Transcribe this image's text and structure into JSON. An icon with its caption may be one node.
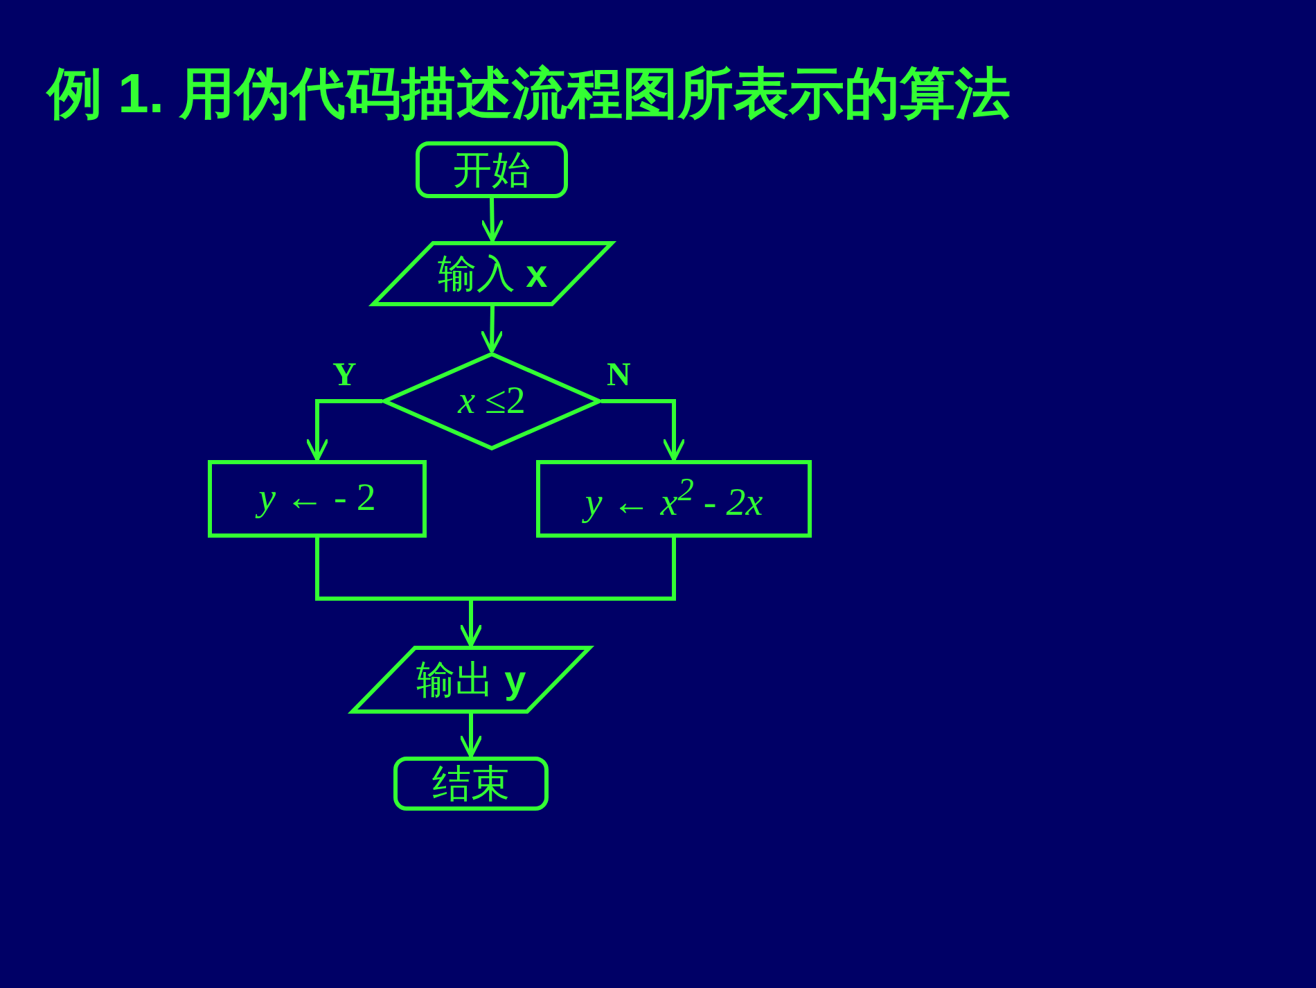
{
  "diagram": {
    "title": "例 1. 用伪代码描述流程图所表示的算法",
    "nodes": [
      {
        "text": [
          "开始"
        ]
      },
      {
        "text": [
          "输入 **x**"
        ]
      },
      {
        "text": [
          "*x* ≤2"
        ]
      },
      {
        "text": [
          "*y* ← - 2"
        ]
      },
      {
        "text": [
          "y ← x$^{2}$ - 2x"
        ]
      },
      {
        "text": [
          "输出 **y**"
        ]
      },
      {
        "text": [
          "结束"
        ]
      }
    ],
    "edges": [
      {
        "from": 0,
        "to": 1,
        "arrow": "to"
      },
      {
        "from": 1,
        "to": 2,
        "arrow": "to"
      },
      {
        "from": 2,
        "to": 3,
        "arrow": "to",
        "label": "Y"
      },
      {
        "from": 2,
        "to": 4,
        "arrow": "to",
        "label": "N"
      },
      {
        "from": 3,
        "to": 5,
        "arrow": "to"
      },
      {
        "from": 4,
        "to": 5,
        "arrow": "to"
      },
      {
        "from": 5,
        "to": 6,
        "arrow": "to"
      }
    ]
  }
}
